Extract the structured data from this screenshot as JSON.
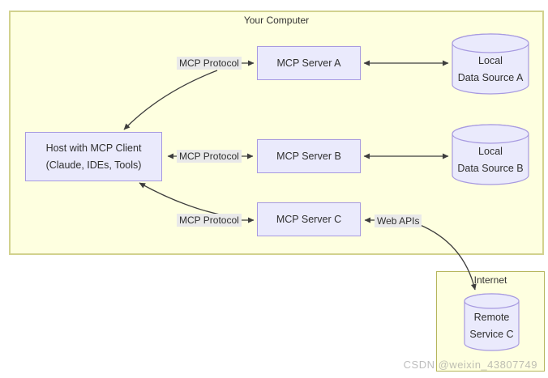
{
  "diagram": {
    "groups": {
      "computer": {
        "title": "Your Computer"
      },
      "internet": {
        "title": "Internet"
      }
    },
    "nodes": {
      "host": {
        "line1": "Host with MCP Client",
        "line2": "(Claude, IDEs, Tools)"
      },
      "server_a": {
        "label": "MCP Server A"
      },
      "server_b": {
        "label": "MCP Server B"
      },
      "server_c": {
        "label": "MCP Server C"
      },
      "datasource_a": {
        "line1": "Local",
        "line2": "Data Source A"
      },
      "datasource_b": {
        "line1": "Local",
        "line2": "Data Source B"
      },
      "remote_c": {
        "line1": "Remote",
        "line2": "Service C"
      }
    },
    "edge_labels": {
      "protocol_a": "MCP Protocol",
      "protocol_b": "MCP Protocol",
      "protocol_c": "MCP Protocol",
      "web_apis": "Web APIs"
    },
    "colors": {
      "group_fill": "#feffe0",
      "computer_border": "#d2d28e",
      "internet_border": "#b6b65c",
      "node_fill": "#eaeafc",
      "node_border": "#a79ae0",
      "edge_label_bg": "#e9e9e9",
      "arrow": "#3d3d3d",
      "text": "#2f2f2f"
    }
  },
  "watermark": "CSDN @weixin_43807749"
}
